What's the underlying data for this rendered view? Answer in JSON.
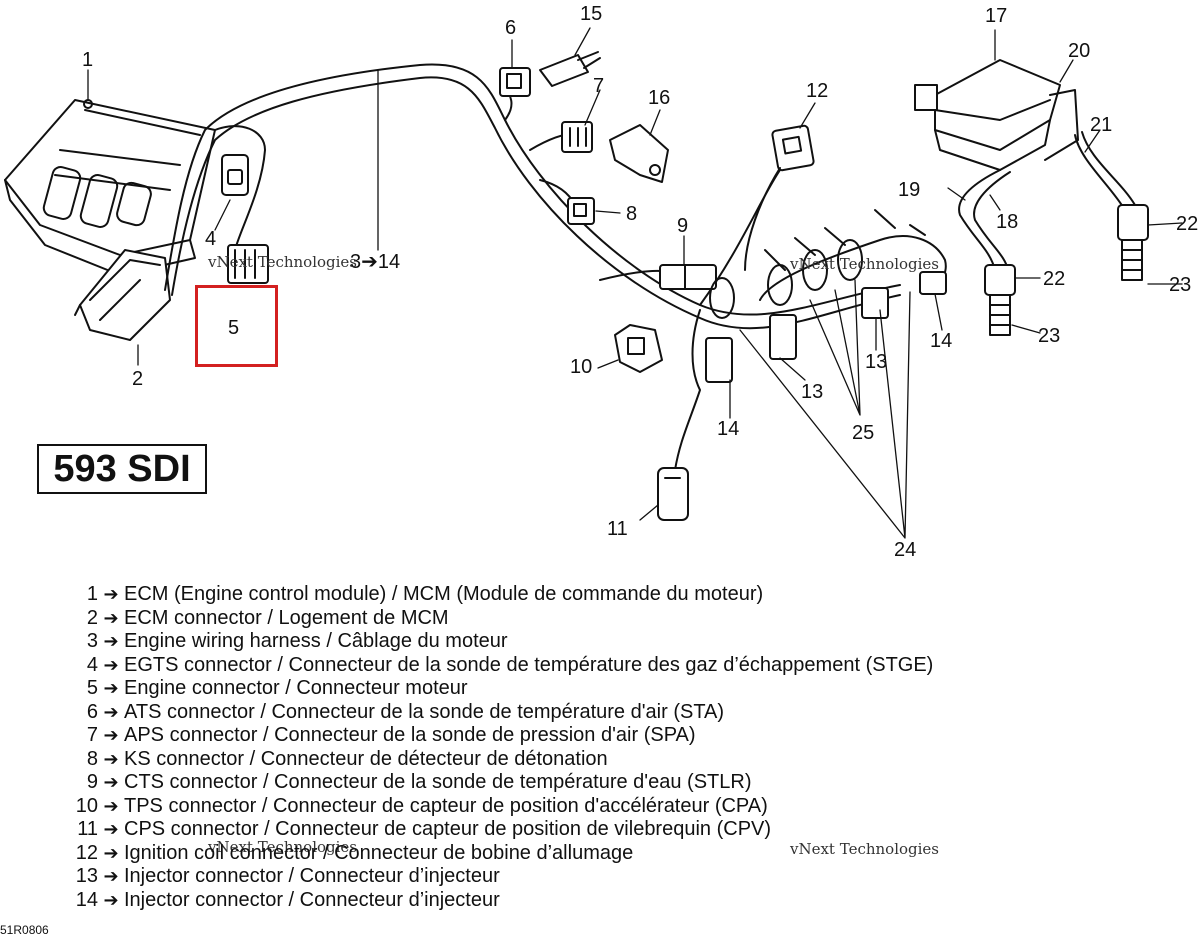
{
  "model_label": "593 SDI",
  "reference_code": "51R0806",
  "watermark_text": "vNext Technologies",
  "callouts": {
    "c1": "1",
    "c2": "2",
    "c3_14": "3➔14",
    "c4": "4",
    "c5": "5",
    "c6": "6",
    "c7": "7",
    "c8": "8",
    "c9": "9",
    "c10": "10",
    "c11": "11",
    "c12": "12",
    "c13a": "13",
    "c13b": "13",
    "c14a": "14",
    "c14b": "14",
    "c15": "15",
    "c16": "16",
    "c17": "17",
    "c18": "18",
    "c19": "19",
    "c20": "20",
    "c21": "21",
    "c22a": "22",
    "c22b": "22",
    "c23a": "23",
    "c23b": "23",
    "c24": "24",
    "c25": "25"
  },
  "legend": [
    {
      "num": "1",
      "text": "ECM (Engine control module) / MCM (Module de commande du moteur)"
    },
    {
      "num": "2",
      "text": "ECM connector / Logement de MCM"
    },
    {
      "num": "3",
      "text": "Engine wiring harness / Câblage du moteur"
    },
    {
      "num": "4",
      "text": "EGTS connector / Connecteur de la sonde de température des gaz d’échappement (STGE)"
    },
    {
      "num": "5",
      "text": "Engine connector / Connecteur moteur"
    },
    {
      "num": "6",
      "text": "ATS connector / Connecteur de la sonde de température d'air (STA)"
    },
    {
      "num": "7",
      "text": "APS connector / Connecteur de la sonde de pression d'air (SPA)"
    },
    {
      "num": "8",
      "text": "KS connector / Connecteur de détecteur de détonation"
    },
    {
      "num": "9",
      "text": "CTS connector / Connecteur de la sonde de température d'eau (STLR)"
    },
    {
      "num": "10",
      "text": "TPS connector / Connecteur de capteur de position d'accélérateur (CPA)"
    },
    {
      "num": "11",
      "text": "CPS connector / Connecteur de capteur de position de vilebrequin (CPV)"
    },
    {
      "num": "12",
      "text": "Ignition coil connector / Connecteur de bobine d’allumage"
    },
    {
      "num": "13",
      "text": "Injector connector / Connecteur d’injecteur"
    },
    {
      "num": "14",
      "text": "Injector connector / Connecteur d’injecteur"
    }
  ],
  "legend_arrow": "➔",
  "colors": {
    "highlight": "#d32020",
    "line": "#111111"
  }
}
